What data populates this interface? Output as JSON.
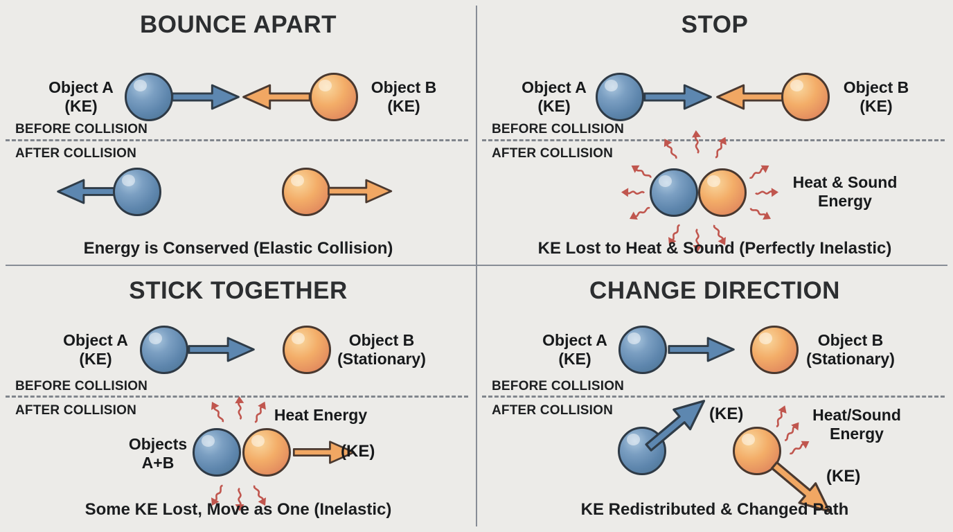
{
  "colors": {
    "background": "#ecebe8",
    "divider": "#878d96",
    "title_text": "#2c2e30",
    "body_text": "#1d1f21",
    "ball_blue": "#7b9fc2",
    "ball_blue_dark": "#48708f",
    "ball_orange": "#f3ad68",
    "ball_orange_dark": "#d87b58",
    "arrow_blue": "#5d87b0",
    "arrow_orange": "#f1a763",
    "outline_dark": "#2f3b47",
    "heat_red": "#c0564e"
  },
  "quadrants": {
    "bounce_apart": {
      "title": "BOUNCE APART",
      "before_label": "BEFORE COLLISION",
      "after_label": "AFTER COLLISION",
      "object_a": {
        "name": "Object A",
        "state": "(KE)"
      },
      "object_b": {
        "name": "Object B",
        "state": "(KE)"
      },
      "caption": "Energy is Conserved (Elastic Collision)"
    },
    "stop": {
      "title": "STOP",
      "before_label": "BEFORE COLLISION",
      "after_label": "AFTER COLLISION",
      "object_a": {
        "name": "Object A",
        "state": "(KE)"
      },
      "object_b": {
        "name": "Object B",
        "state": "(KE)"
      },
      "energy_label": {
        "line1": "Heat & Sound",
        "line2": "Energy"
      },
      "caption": "KE Lost to Heat & Sound (Perfectly Inelastic)"
    },
    "stick_together": {
      "title": "STICK TOGETHER",
      "before_label": "BEFORE COLLISION",
      "after_label": "AFTER COLLISION",
      "object_a": {
        "name": "Object A",
        "state": "(KE)"
      },
      "object_b": {
        "name": "Object B",
        "state": "(Stationary)"
      },
      "energy_label": "Heat Energy",
      "combined_object": {
        "line1": "Objects",
        "line2": "A+B"
      },
      "ke_label": "(KE)",
      "caption": "Some KE Lost, Move as One (Inelastic)"
    },
    "change_direction": {
      "title": "CHANGE DIRECTION",
      "before_label": "BEFORE COLLISION",
      "after_label": "AFTER COLLISION",
      "object_a": {
        "name": "Object A",
        "state": "(KE)"
      },
      "object_b": {
        "name": "Object B",
        "state": "(Stationary)"
      },
      "ke_label_a": "(KE)",
      "ke_label_b": "(KE)",
      "energy_label": {
        "line1": "Heat/Sound",
        "line2": "Energy"
      },
      "caption": "KE Redistributed & Changed Path"
    }
  }
}
